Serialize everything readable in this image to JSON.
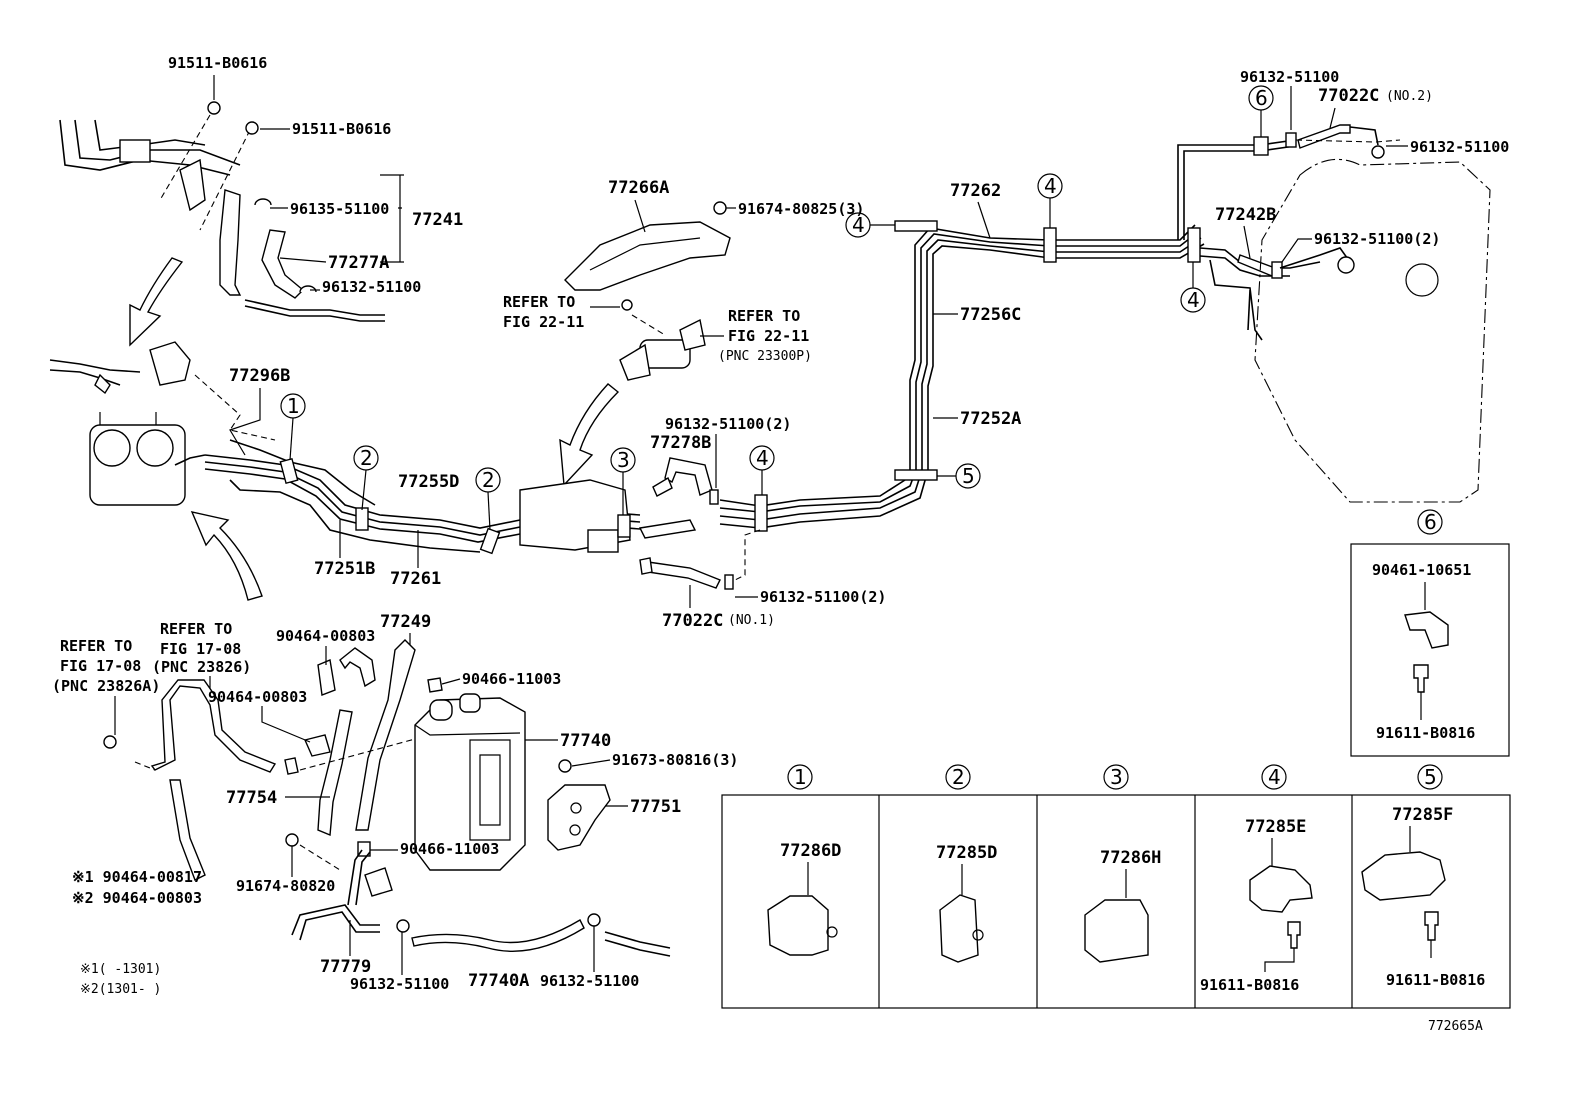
{
  "labels": {
    "p91511_a": "91511-B0616",
    "p91511_b": "91511-B0616",
    "p96135": "96135-51100",
    "p77241": "77241",
    "p77277A": "77277A",
    "p96132_top": "96132-51100",
    "p77296B": "77296B",
    "p77266A": "77266A",
    "p91674_80825": "91674-80825(3)",
    "refer_22_a1": "REFER TO",
    "refer_22_a2": "FIG 22-11",
    "refer_22_b1": "REFER TO",
    "refer_22_b2": "FIG 22-11",
    "refer_22_b3": "(PNC 23300P)",
    "p77262": "77262",
    "p77256C": "77256C",
    "p77252A": "77252A",
    "p96132_2a": "96132-51100(2)",
    "p77278B": "77278B",
    "p77255D": "77255D",
    "p77251B": "77251B",
    "p77261": "77261",
    "p77022C_no1": "77022C",
    "p77022C_no1_suffix": "(NO.1)",
    "p96132_2b": "96132-51100(2)",
    "p96132_tank_top": "96132-51100",
    "p77022C_no2": "77022C",
    "p77022C_no2_suffix": "(NO.2)",
    "p96132_tank_right": "96132-51100",
    "p77242B": "77242B",
    "p96132_2c": "96132-51100(2)",
    "refer_17_a1": "REFER TO",
    "refer_17_a2": "FIG 17-08",
    "refer_17_a3": "(PNC 23826A)",
    "refer_17_b1": "REFER TO",
    "refer_17_b2": "FIG 17-08",
    "refer_17_b3": "(PNC 23826)",
    "p90464_00803_a": "90464-00803",
    "p90464_00803_b": "90464-00803",
    "p77249": "77249",
    "p90466_11003_a": "90466-11003",
    "p77740": "77740",
    "p91673": "91673-80816(3)",
    "p77751": "77751",
    "p77754": "77754",
    "p90466_11003_b": "90466-11003",
    "p91674_80820": "91674-80820",
    "note1": "※1 90464-00817",
    "note2": "※2 90464-00803",
    "p77779": "77779",
    "p96132_bot_a": "96132-51100",
    "p77740A": "77740A",
    "p96132_bot_b": "96132-51100",
    "range1": "※1(    -1301)",
    "range2": "※2(1301-    )",
    "box6_top": "90461-10651",
    "box6_bot": "91611-B0816",
    "figure_id": "772665A"
  },
  "callouts": {
    "c1": "1",
    "c2a": "2",
    "c2b": "2",
    "c3": "3",
    "c4a": "4",
    "c4b": "4",
    "c4c": "4",
    "c4d": "4",
    "c5": "5",
    "c6": "6",
    "c6box": "6"
  },
  "clamp_table": {
    "headers": [
      "1",
      "2",
      "3",
      "4",
      "5"
    ],
    "parts": [
      "77286D",
      "77285D",
      "77286H",
      "77285E",
      "77285F"
    ],
    "bolts": [
      "",
      "",
      "",
      "91611-B0816",
      "91611-B0816"
    ]
  }
}
